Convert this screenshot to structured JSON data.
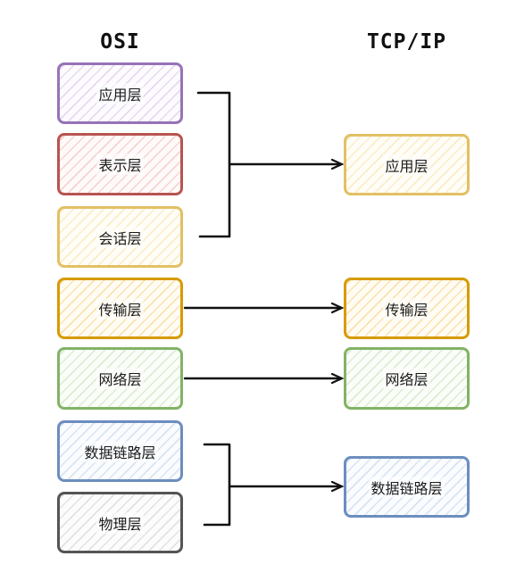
{
  "titles": {
    "osi": "OSI",
    "tcpip": "TCP/IP"
  },
  "osi_layers": [
    {
      "label": "应用层",
      "color": "#9673b8"
    },
    {
      "label": "表示层",
      "color": "#b85450"
    },
    {
      "label": "会话层",
      "color": "#e2c064"
    },
    {
      "label": "传输层",
      "color": "#d79b00"
    },
    {
      "label": "网络层",
      "color": "#82b366"
    },
    {
      "label": "数据链路层",
      "color": "#6c8ebf"
    },
    {
      "label": "物理层",
      "color": "#555555"
    }
  ],
  "tcpip_layers": [
    {
      "label": "应用层",
      "color": "#e2c064"
    },
    {
      "label": "传输层",
      "color": "#d79b00"
    },
    {
      "label": "网络层",
      "color": "#82b366"
    },
    {
      "label": "数据链路层",
      "color": "#6c8ebf"
    }
  ],
  "mappings": [
    {
      "from": [
        "应用层",
        "表示层",
        "会话层"
      ],
      "to": "应用层"
    },
    {
      "from": [
        "传输层"
      ],
      "to": "传输层"
    },
    {
      "from": [
        "网络层"
      ],
      "to": "网络层"
    },
    {
      "from": [
        "数据链路层",
        "物理层"
      ],
      "to": "数据链路层"
    }
  ]
}
